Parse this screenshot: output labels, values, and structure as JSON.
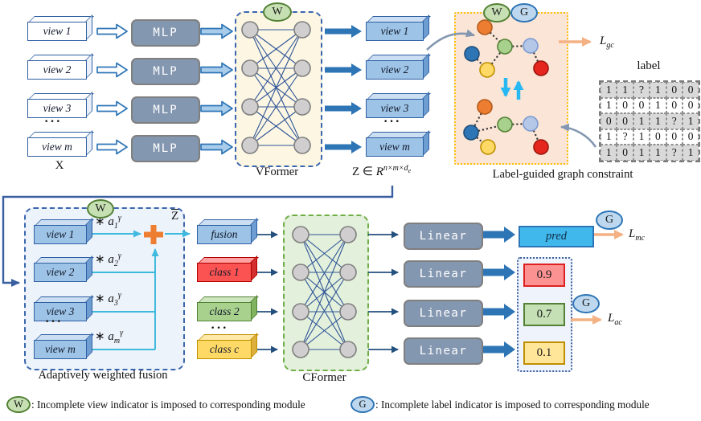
{
  "colors": {
    "blue_border": "#2E5FA3",
    "thick_arrow": "#2E75B6",
    "connector": "#3A5FA0",
    "thin_arrow": "#24507E",
    "cyan_line": "#3FB9DE",
    "cyan_big": "#29B9F2",
    "plus_orange": "#ED7D31",
    "loss_arrow": "#F4B183",
    "curve_gray": "#8497B0",
    "net_edge": "#2F5597",
    "net_node_fill": "#D0CECE",
    "net_node_stroke": "#7F7F7F",
    "open_arrow_fill": "#A9CCEA",
    "graph_nodes": {
      "orange": [
        "#ED7D31",
        "#B55B1E"
      ],
      "green": [
        "#A9D18E",
        "#538135"
      ],
      "lblue": [
        "#B4C7E7",
        "#7B9BD2"
      ],
      "dblue": [
        "#2E75B6",
        "#1F4E79"
      ],
      "yellow": [
        "#FFD966",
        "#BF8F00"
      ],
      "red": [
        "#E5261F",
        "#9E150C"
      ]
    }
  },
  "top": {
    "input_views": [
      "view 1",
      "view 2",
      "view 3",
      "view m"
    ],
    "input_ellipsis": "···",
    "x_label": "X",
    "mlp_label": "MLP",
    "vformer_badge": "W",
    "vformer_label": "VFormer",
    "output_views": [
      "view 1",
      "view 2",
      "view 3",
      "view m"
    ],
    "output_ellipsis": "···",
    "z_formula": {
      "base": "Z ∈ ",
      "r": "R",
      "sup": "n×m×d",
      "sup_sub": "e"
    },
    "graph": {
      "badge_w": "W",
      "badge_g": "G",
      "loss": {
        "base": "L",
        "sub": "gc"
      },
      "caption": "Label-guided graph constraint"
    },
    "label_matrix": {
      "title": "label",
      "rows": [
        [
          "1",
          "1",
          "?",
          "1",
          "0",
          "0"
        ],
        [
          "1",
          "0",
          "0",
          "1",
          "0",
          "0"
        ],
        [
          "0",
          "0",
          "1",
          "1",
          "?",
          "1"
        ],
        [
          "1",
          "?",
          "1",
          "0",
          "0",
          "0"
        ],
        [
          "1",
          "0",
          "1",
          "1",
          "?",
          "1"
        ]
      ]
    }
  },
  "bottom": {
    "fusion_module": {
      "badge": "W",
      "views": [
        "view 1",
        "view 2",
        "view 3",
        "view m"
      ],
      "ellipsis": "···",
      "weights": [
        {
          "star": "∗ ",
          "base": "a",
          "sub": "1",
          "sup": "γ"
        },
        {
          "star": "∗ ",
          "base": "a",
          "sub": "2",
          "sup": "γ"
        },
        {
          "star": "∗ ",
          "base": "a",
          "sub": "3",
          "sup": "γ"
        },
        {
          "star": "∗ ",
          "base": "a",
          "sub": "m",
          "sup": "γ"
        }
      ],
      "zbar": "Z",
      "caption": "Adaptively weighted fusion"
    },
    "fusion_token": "fusion",
    "classes": [
      "class 1",
      "class 2",
      "class c"
    ],
    "class_ellipsis": "···",
    "cformer_label": "CFormer",
    "linear_label": "Linear",
    "pred_label": "pred",
    "scores": [
      "0.9",
      "0.7",
      "0.1"
    ],
    "badge_g": "G",
    "loss_mc": {
      "base": "L",
      "sub": "mc"
    },
    "loss_ac": {
      "base": "L",
      "sub": "ac"
    }
  },
  "legend": {
    "w_badge": "W",
    "w_text": ": Incomplete view indicator is imposed to corresponding module",
    "g_badge": "G",
    "g_text": ": Incomplete label indicator is imposed to corresponding module"
  }
}
